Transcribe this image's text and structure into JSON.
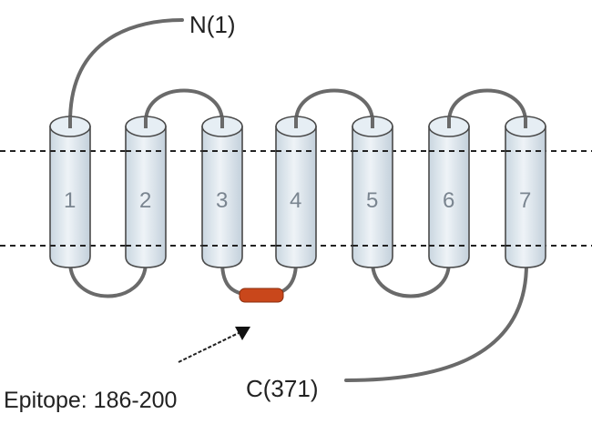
{
  "diagram": {
    "n_terminus_label": "N(1)",
    "c_terminus_label": "C(371)",
    "epitope_label": "Epitope: 186-200",
    "helices": [
      "1",
      "2",
      "3",
      "4",
      "5",
      "6",
      "7"
    ],
    "colors": {
      "helix_fill": "#d9e5ee",
      "helix_stroke": "#4a4a4a",
      "loop": "#6a6a6a",
      "epitope": "#c9471b",
      "membrane_line": "#222222"
    }
  }
}
